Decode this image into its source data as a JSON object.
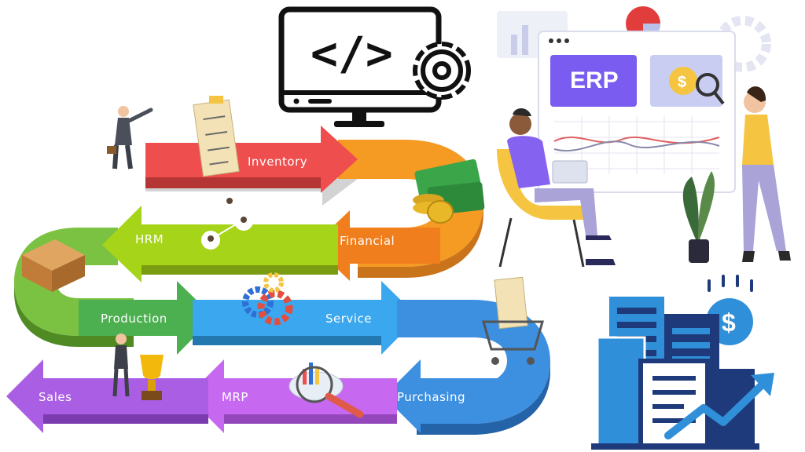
{
  "modules": {
    "inventory": "Inventory",
    "financial": "Financial",
    "hrm": "HRM",
    "production": "Production",
    "service": "Service",
    "purchasing": "Purchasing",
    "sales": "Sales",
    "mrp": "MRP"
  },
  "erp_panel": {
    "title": "ERP",
    "dollar": "$"
  },
  "monitor": {
    "code": "</>"
  },
  "building": {
    "dollar": "$"
  },
  "colors": {
    "inventory": "#ee4e4e",
    "financial": "#f59a23",
    "hrm": "#a6d418",
    "production": "#4caf50",
    "service": "#3aa7ee",
    "purchasing": "#3d8fe0",
    "mrp": "#c769f0",
    "sales": "#a95ee4",
    "erp_panel": "#7a5cf0",
    "building_blue": "#2f8fd8",
    "building_navy": "#1f3a7a"
  }
}
